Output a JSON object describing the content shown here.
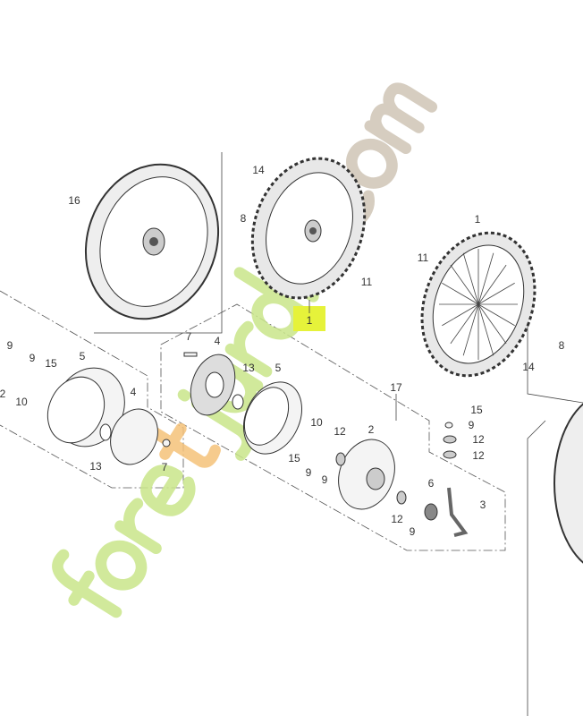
{
  "diagram": {
    "highlight_color": "#e6f23a",
    "highlighted_label": "1",
    "callouts": [
      "16",
      "14",
      "8",
      "11",
      "1",
      "1",
      "11",
      "8",
      "14",
      "9",
      "9",
      "15",
      "5",
      "10",
      "2",
      "4",
      "13",
      "7",
      "7",
      "4",
      "13",
      "5",
      "17",
      "15",
      "9",
      "12",
      "12",
      "10",
      "12",
      "2",
      "9",
      "9",
      "15",
      "12",
      "9",
      "6",
      "3"
    ]
  },
  "watermark": {
    "text": "foretjardin.com",
    "colors": {
      "green": "#c9e68a",
      "orange": "#f5c27a",
      "gray": "#cfc5b6"
    }
  }
}
